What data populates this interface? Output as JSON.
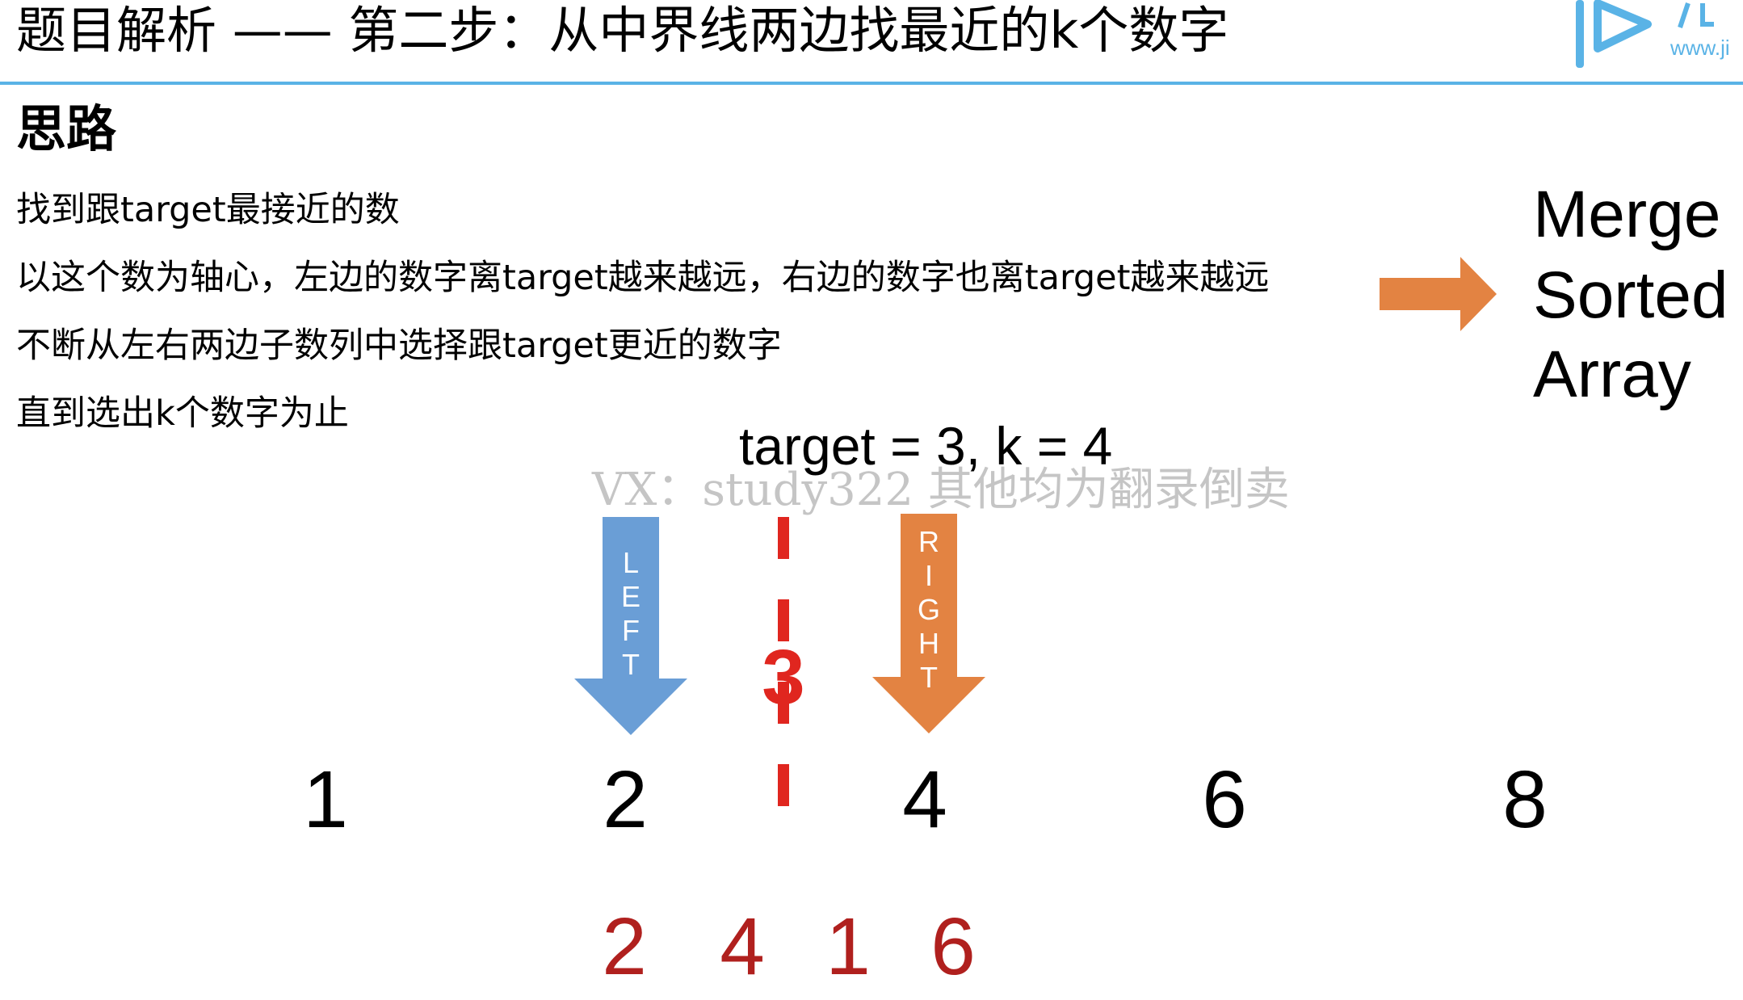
{
  "header": {
    "title": "题目解析 —— 第二步：从中界线两边找最近的k个数字",
    "logo_url": "www.ji"
  },
  "section": {
    "heading": "思路",
    "bullets": [
      "找到跟target最接近的数",
      "以这个数为轴心，左边的数字离target越来越远，右边的数字也离target越来越远",
      "不断从左右两边子数列中选择跟target更近的数字",
      "直到选出k个数字为止"
    ]
  },
  "side": {
    "merge_lines": [
      "Merge",
      "Sorted",
      "Array"
    ],
    "arrow_color": "#e38342"
  },
  "diagram": {
    "params": "target = 3, k = 4",
    "watermark": "VX：study322 其他均为翻录倒卖",
    "left_label": [
      "L",
      "E",
      "F",
      "T"
    ],
    "right_label": [
      "R",
      "I",
      "G",
      "H",
      "T"
    ],
    "target_value": "3",
    "array": [
      "1",
      "2",
      "4",
      "6",
      "8"
    ],
    "result": [
      "2",
      "4",
      "1",
      "6"
    ],
    "colors": {
      "left_arrow": "#6a9ed6",
      "right_arrow": "#e38342",
      "divider": "#e0261f",
      "result": "#b0201e"
    }
  }
}
